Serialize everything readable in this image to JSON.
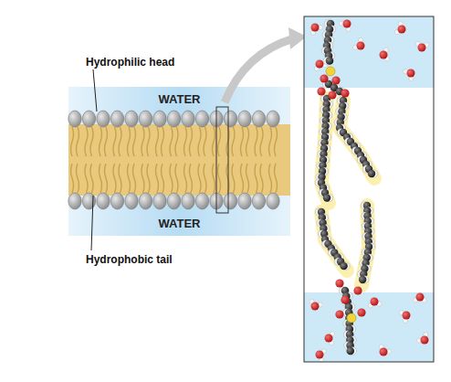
{
  "diagram": {
    "nodes": [
      {
        "text": [
          "WATER"
        ]
      },
      {
        "text": [
          "WATER"
        ]
      }
    ],
    "labels": [
      "Hydrophilic head",
      "Hydrophobic tail"
    ]
  }
}
